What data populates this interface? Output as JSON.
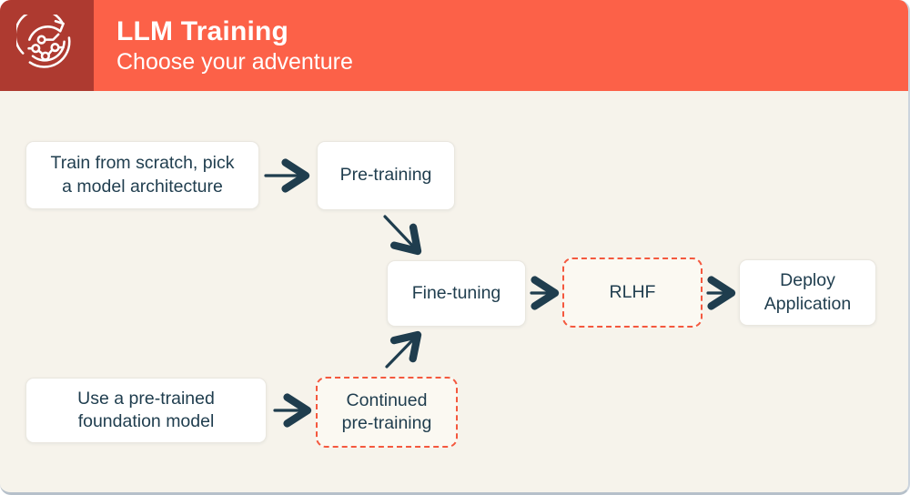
{
  "header": {
    "title": "LLM Training",
    "subtitle": "Choose your adventure",
    "logo_icon": "model-retraining-cycle-icon"
  },
  "colors": {
    "banner": "#FC6148",
    "logo_tile_bg": "#AE3A30",
    "header_text": "#FFFFFF",
    "canvas_bg": "#F6F3EB",
    "node_bg": "#FFFFFF",
    "node_text": "#1F3D4E",
    "arrow": "#1F3D4E",
    "dashed_border": "#F4583E",
    "bottom_edge": "#B6C0CA"
  },
  "nodes": [
    {
      "id": "train-from-scratch",
      "style": "solid",
      "lines": [
        "Train from scratch, pick",
        "a model architecture"
      ]
    },
    {
      "id": "pre-training",
      "style": "solid",
      "lines": [
        "Pre-training"
      ]
    },
    {
      "id": "fine-tuning",
      "style": "solid",
      "lines": [
        "Fine-tuning"
      ]
    },
    {
      "id": "rlhf",
      "style": "dashed",
      "lines": [
        "RLHF"
      ]
    },
    {
      "id": "deploy-application",
      "style": "solid",
      "lines": [
        "Deploy",
        "Application"
      ]
    },
    {
      "id": "use-pretrained",
      "style": "solid",
      "lines": [
        "Use a pre-trained",
        "foundation model"
      ]
    },
    {
      "id": "continued-pre-training",
      "style": "dashed",
      "lines": [
        "Continued",
        "pre-training"
      ]
    }
  ],
  "edges": [
    {
      "from": "train-from-scratch",
      "to": "pre-training"
    },
    {
      "from": "pre-training",
      "to": "fine-tuning"
    },
    {
      "from": "fine-tuning",
      "to": "rlhf"
    },
    {
      "from": "rlhf",
      "to": "deploy-application"
    },
    {
      "from": "use-pretrained",
      "to": "continued-pre-training"
    },
    {
      "from": "continued-pre-training",
      "to": "fine-tuning"
    }
  ]
}
